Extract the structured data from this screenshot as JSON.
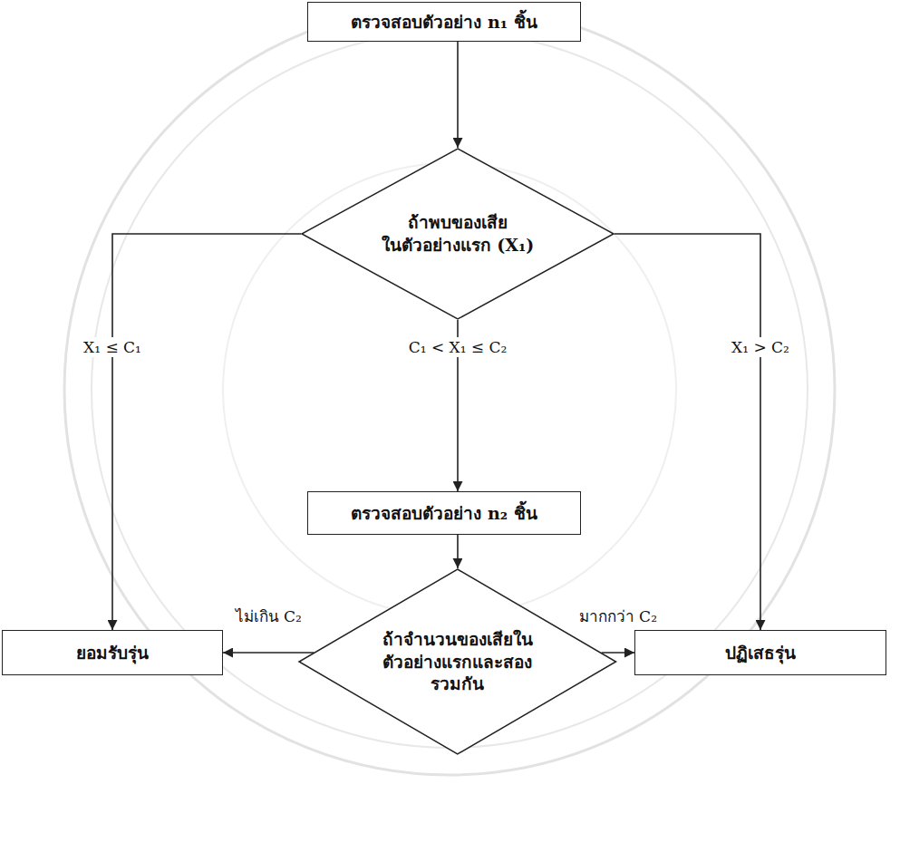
{
  "diagram": {
    "nodes": [
      {
        "text": [
          "ตรวจสอบตัวอย่าง n₁ ชิ้น"
        ]
      },
      {
        "text": [
          "ถ้าพบของเสีย ในตัวอย่างแรก (X₁)"
        ]
      },
      {
        "text": [
          "ตรวจสอบตัวอย่าง n₂ ชิ้น"
        ]
      },
      {
        "text": [
          "ถ้าจำนวนของเสียใน ตัวอย่างแรกและสอง รวมกัน"
        ]
      },
      {
        "text": [
          "ยอมรับรุ่น"
        ]
      },
      {
        "text": [
          "ปฏิเสธรุ่น"
        ]
      }
    ],
    "edges": [
      {
        "from": 0,
        "to": 1,
        "arrow": "to"
      },
      {
        "from": 1,
        "to": 4,
        "label": "X₁ ≤ C₁",
        "arrow": "to"
      },
      {
        "from": 1,
        "to": 2,
        "label": "C₁ < X₁ ≤ C₂",
        "arrow": "to"
      },
      {
        "from": 1,
        "to": 5,
        "label": "X₁ > C₂",
        "arrow": "to"
      },
      {
        "from": 2,
        "to": 3,
        "arrow": "to"
      },
      {
        "from": 3,
        "to": 4,
        "label": "ไม่เกิน C₂",
        "arrow": "to"
      },
      {
        "from": 3,
        "to": 5,
        "label": "มากกว่า C₂",
        "arrow": "to"
      }
    ]
  }
}
